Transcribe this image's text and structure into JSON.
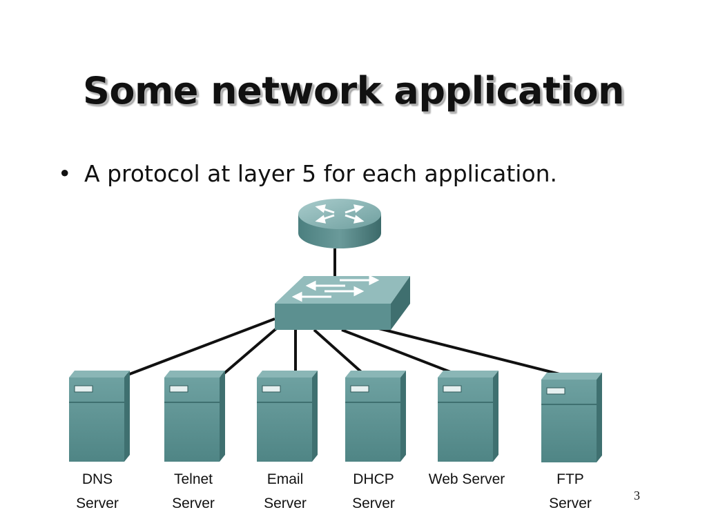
{
  "slide": {
    "title": "Some network application",
    "bullet": "A protocol at layer 5 for each application.",
    "page_number": "3"
  },
  "diagram": {
    "router_icon": "router-icon",
    "switch_icon": "switch-icon",
    "server_icon": "server-icon",
    "colors": {
      "device_front": "#5f9494",
      "device_top": "#8ab6b6",
      "device_side": "#3f7070",
      "cable": "#111111"
    },
    "servers": [
      {
        "line1": "DNS",
        "line2": "Server"
      },
      {
        "line1": "Telnet",
        "line2": "Server"
      },
      {
        "line1": "Email",
        "line2": "Server"
      },
      {
        "line1": "DHCP",
        "line2": "Server"
      },
      {
        "line1": "Web Server",
        "line2": ""
      },
      {
        "line1": "FTP",
        "line2": "Server"
      }
    ]
  }
}
